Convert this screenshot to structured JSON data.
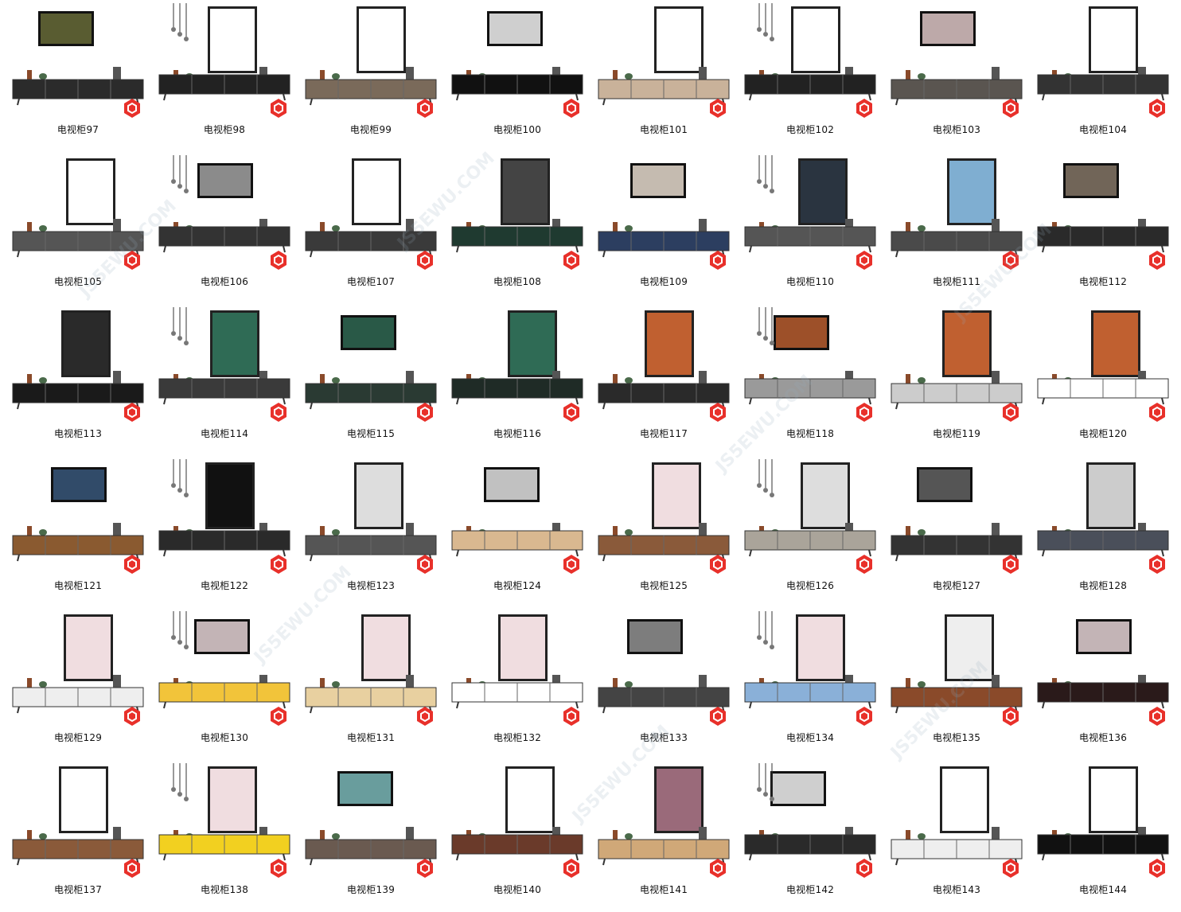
{
  "items": [
    {
      "label": "电视柜97",
      "theme": "dark-tv-wall",
      "accent": "#2b2b2b",
      "wall": "#6b6f3a"
    },
    {
      "label": "电视柜98",
      "theme": "white-low",
      "accent": "#222222",
      "wall": "#ffffff"
    },
    {
      "label": "电视柜99",
      "theme": "cabinet-wood",
      "accent": "#7a6a5a",
      "wall": "#ffffff"
    },
    {
      "label": "电视柜100",
      "theme": "tv-lamp",
      "accent": "#111111",
      "wall": "#ffffff"
    },
    {
      "label": "电视柜101",
      "theme": "tv-frame",
      "accent": "#c9b29a",
      "wall": "#ffffff"
    },
    {
      "label": "电视柜102",
      "theme": "shelves",
      "accent": "#222222",
      "wall": "#ffffff"
    },
    {
      "label": "电视柜103",
      "theme": "art-chair",
      "accent": "#5a5550",
      "wall": "#e8d0d0"
    },
    {
      "label": "电视柜104",
      "theme": "art-chair",
      "accent": "#333333",
      "wall": "#ffffff"
    },
    {
      "label": "电视柜105",
      "theme": "pendant-low",
      "accent": "#555555",
      "wall": "#ffffff"
    },
    {
      "label": "电视柜106",
      "theme": "mountain-art",
      "accent": "#333333",
      "wall": "#aaaaaa"
    },
    {
      "label": "电视柜107",
      "theme": "pendant-art",
      "accent": "#3a3a3a",
      "wall": "#ffffff"
    },
    {
      "label": "电视柜108",
      "theme": "dark-sky-art",
      "accent": "#1f3a30",
      "wall": "#444444"
    },
    {
      "label": "电视柜109",
      "theme": "navy-cabinet",
      "accent": "#2c3e60",
      "wall": "#f2e6d8"
    },
    {
      "label": "电视柜110",
      "theme": "dark-art-chair",
      "accent": "#555555",
      "wall": "#2a3440"
    },
    {
      "label": "电视柜111",
      "theme": "blue-art",
      "accent": "#4a4a4a",
      "wall": "#7faed1"
    },
    {
      "label": "电视柜112",
      "theme": "pendant-dark",
      "accent": "#2a2a2a",
      "wall": "#8a7a6a"
    },
    {
      "label": "电视柜113",
      "theme": "gold-line",
      "accent": "#1a1a1a",
      "wall": "#2a2a2a"
    },
    {
      "label": "电视柜114",
      "theme": "green-art",
      "accent": "#3a3a3a",
      "wall": "#2f6b55"
    },
    {
      "label": "电视柜115",
      "theme": "green-art",
      "accent": "#2a3a33",
      "wall": "#2f6b55"
    },
    {
      "label": "电视柜116",
      "theme": "green-art",
      "accent": "#1f2b26",
      "wall": "#2f6b55"
    },
    {
      "label": "电视柜117",
      "theme": "vases-marble",
      "accent": "#2a2a2a",
      "wall": "#c06030"
    },
    {
      "label": "电视柜118",
      "theme": "vases-marble",
      "accent": "#9a9a9a",
      "wall": "#c06030"
    },
    {
      "label": "电视柜119",
      "theme": "vases-marble",
      "accent": "#cccccc",
      "wall": "#c06030"
    },
    {
      "label": "电视柜120",
      "theme": "vases-marble",
      "accent": "#ffffff",
      "wall": "#c06030"
    },
    {
      "label": "电视柜121",
      "theme": "tv-movie",
      "accent": "#8a5a30",
      "wall": "#3a5a80"
    },
    {
      "label": "电视柜122",
      "theme": "tv-black",
      "accent": "#2a2a2a",
      "wall": "#111111"
    },
    {
      "label": "电视柜123",
      "theme": "wood-white",
      "accent": "#555555",
      "wall": "#dddddd"
    },
    {
      "label": "电视柜124",
      "theme": "wood-light",
      "accent": "#d9b890",
      "wall": "#eeeeee"
    },
    {
      "label": "电视柜125",
      "theme": "floral-art",
      "accent": "#8a5a3a",
      "wall": "#f0dde0"
    },
    {
      "label": "电视柜126",
      "theme": "grey-cabinet",
      "accent": "#aaa49a",
      "wall": "#dddddd"
    },
    {
      "label": "电视柜127",
      "theme": "dark-portrait",
      "accent": "#333333",
      "wall": "#666666"
    },
    {
      "label": "电视柜128",
      "theme": "grey-plants",
      "accent": "#4a4f5a",
      "wall": "#cccccc"
    },
    {
      "label": "电视柜129",
      "theme": "floral-frames",
      "accent": "#eeeeee",
      "wall": "#f0dde0"
    },
    {
      "label": "电视柜130",
      "theme": "floral-frames",
      "accent": "#f2c43a",
      "wall": "#f0dde0"
    },
    {
      "label": "电视柜131",
      "theme": "floral-frames",
      "accent": "#e8d0a0",
      "wall": "#f0dde0"
    },
    {
      "label": "电视柜132",
      "theme": "floral-frames",
      "accent": "#ffffff",
      "wall": "#f0dde0"
    },
    {
      "label": "电视柜133",
      "theme": "ink-art",
      "accent": "#444444",
      "wall": "#999999"
    },
    {
      "label": "电视柜134",
      "theme": "floral-blue",
      "accent": "#8ab0d8",
      "wall": "#f0dde0"
    },
    {
      "label": "电视柜135",
      "theme": "bird-art",
      "accent": "#8a4a2a",
      "wall": "#eeeeee"
    },
    {
      "label": "电视柜136",
      "theme": "floral-dark",
      "accent": "#2a1a1a",
      "wall": "#f0dde0"
    },
    {
      "label": "电视柜137",
      "theme": "gallery-wall",
      "accent": "#8a5a3a",
      "wall": "#ffffff"
    },
    {
      "label": "电视柜138",
      "theme": "floral-yellow",
      "accent": "#f2d020",
      "wall": "#f0dde0"
    },
    {
      "label": "电视柜139",
      "theme": "llama-art",
      "accent": "#6a5a50",
      "wall": "#7fc0c0"
    },
    {
      "label": "电视柜140",
      "theme": "gallery-wall",
      "accent": "#6a3a2a",
      "wall": "#ffffff"
    },
    {
      "label": "电视柜141",
      "theme": "tall-art",
      "accent": "#d0a878",
      "wall": "#9a6a7a"
    },
    {
      "label": "电视柜142",
      "theme": "modular-shelf",
      "accent": "#2a2a2a",
      "wall": "#ffffff"
    },
    {
      "label": "电视柜143",
      "theme": "white-tv",
      "accent": "#eeeeee",
      "wall": "#ffffff"
    },
    {
      "label": "电视柜144",
      "theme": "black-white",
      "accent": "#111111",
      "wall": "#ffffff"
    }
  ],
  "watermark_text": "JS5EWU.COM"
}
